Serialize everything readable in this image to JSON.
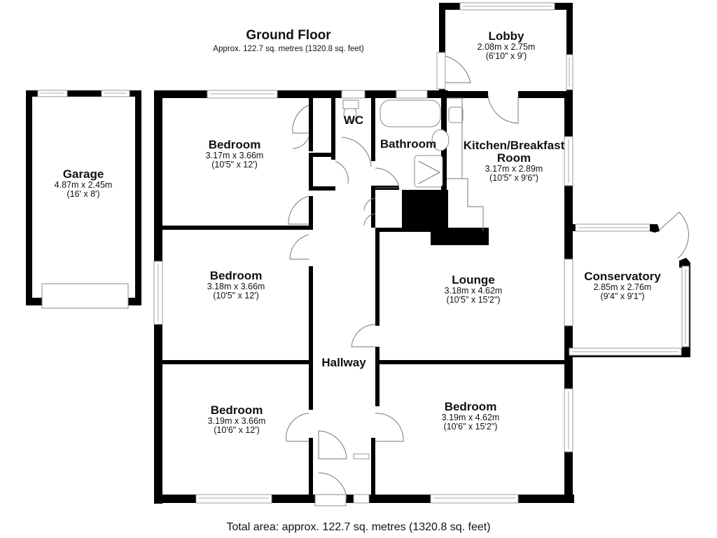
{
  "header": {
    "title": "Ground Floor",
    "subtitle": "Approx. 122.7 sq. metres (1320.8 sq. feet)"
  },
  "rooms": {
    "garage": {
      "name": "Garage",
      "metric": "4.87m x 2.45m",
      "imperial": "(16' x 8')"
    },
    "lobby": {
      "name": "Lobby",
      "metric": "2.08m x 2.75m",
      "imperial": "(6'10\" x 9')"
    },
    "bedroom1": {
      "name": "Bedroom",
      "metric": "3.17m x 3.66m",
      "imperial": "(10'5\" x 12')"
    },
    "wc": {
      "name": "WC"
    },
    "bathroom": {
      "name": "Bathroom"
    },
    "kitchen": {
      "name": "Kitchen/Breakfast",
      "name2": "Room",
      "metric": "3.17m x 2.89m",
      "imperial": "(10'5\" x 9'6\")"
    },
    "bedroom2": {
      "name": "Bedroom",
      "metric": "3.18m x 3.66m",
      "imperial": "(10'5\" x 12')"
    },
    "lounge": {
      "name": "Lounge",
      "metric": "3.18m x 4.62m",
      "imperial": "(10'5\" x 15'2\")"
    },
    "conservatory": {
      "name": "Conservatory",
      "metric": "2.85m x 2.76m",
      "imperial": "(9'4\" x 9'1\")"
    },
    "hallway": {
      "name": "Hallway"
    },
    "bedroom3": {
      "name": "Bedroom",
      "metric": "3.19m x 3.66m",
      "imperial": "(10'6\" x 12')"
    },
    "bedroom4": {
      "name": "Bedroom",
      "metric": "3.19m x 4.62m",
      "imperial": "(10'6\" x 15'2\")"
    }
  },
  "footer": {
    "total_area": "Total area: approx. 122.7 sq. metres (1320.8 sq. feet)"
  },
  "colors": {
    "wall": "#000000",
    "background": "#ffffff",
    "fixture_line": "#888888"
  }
}
